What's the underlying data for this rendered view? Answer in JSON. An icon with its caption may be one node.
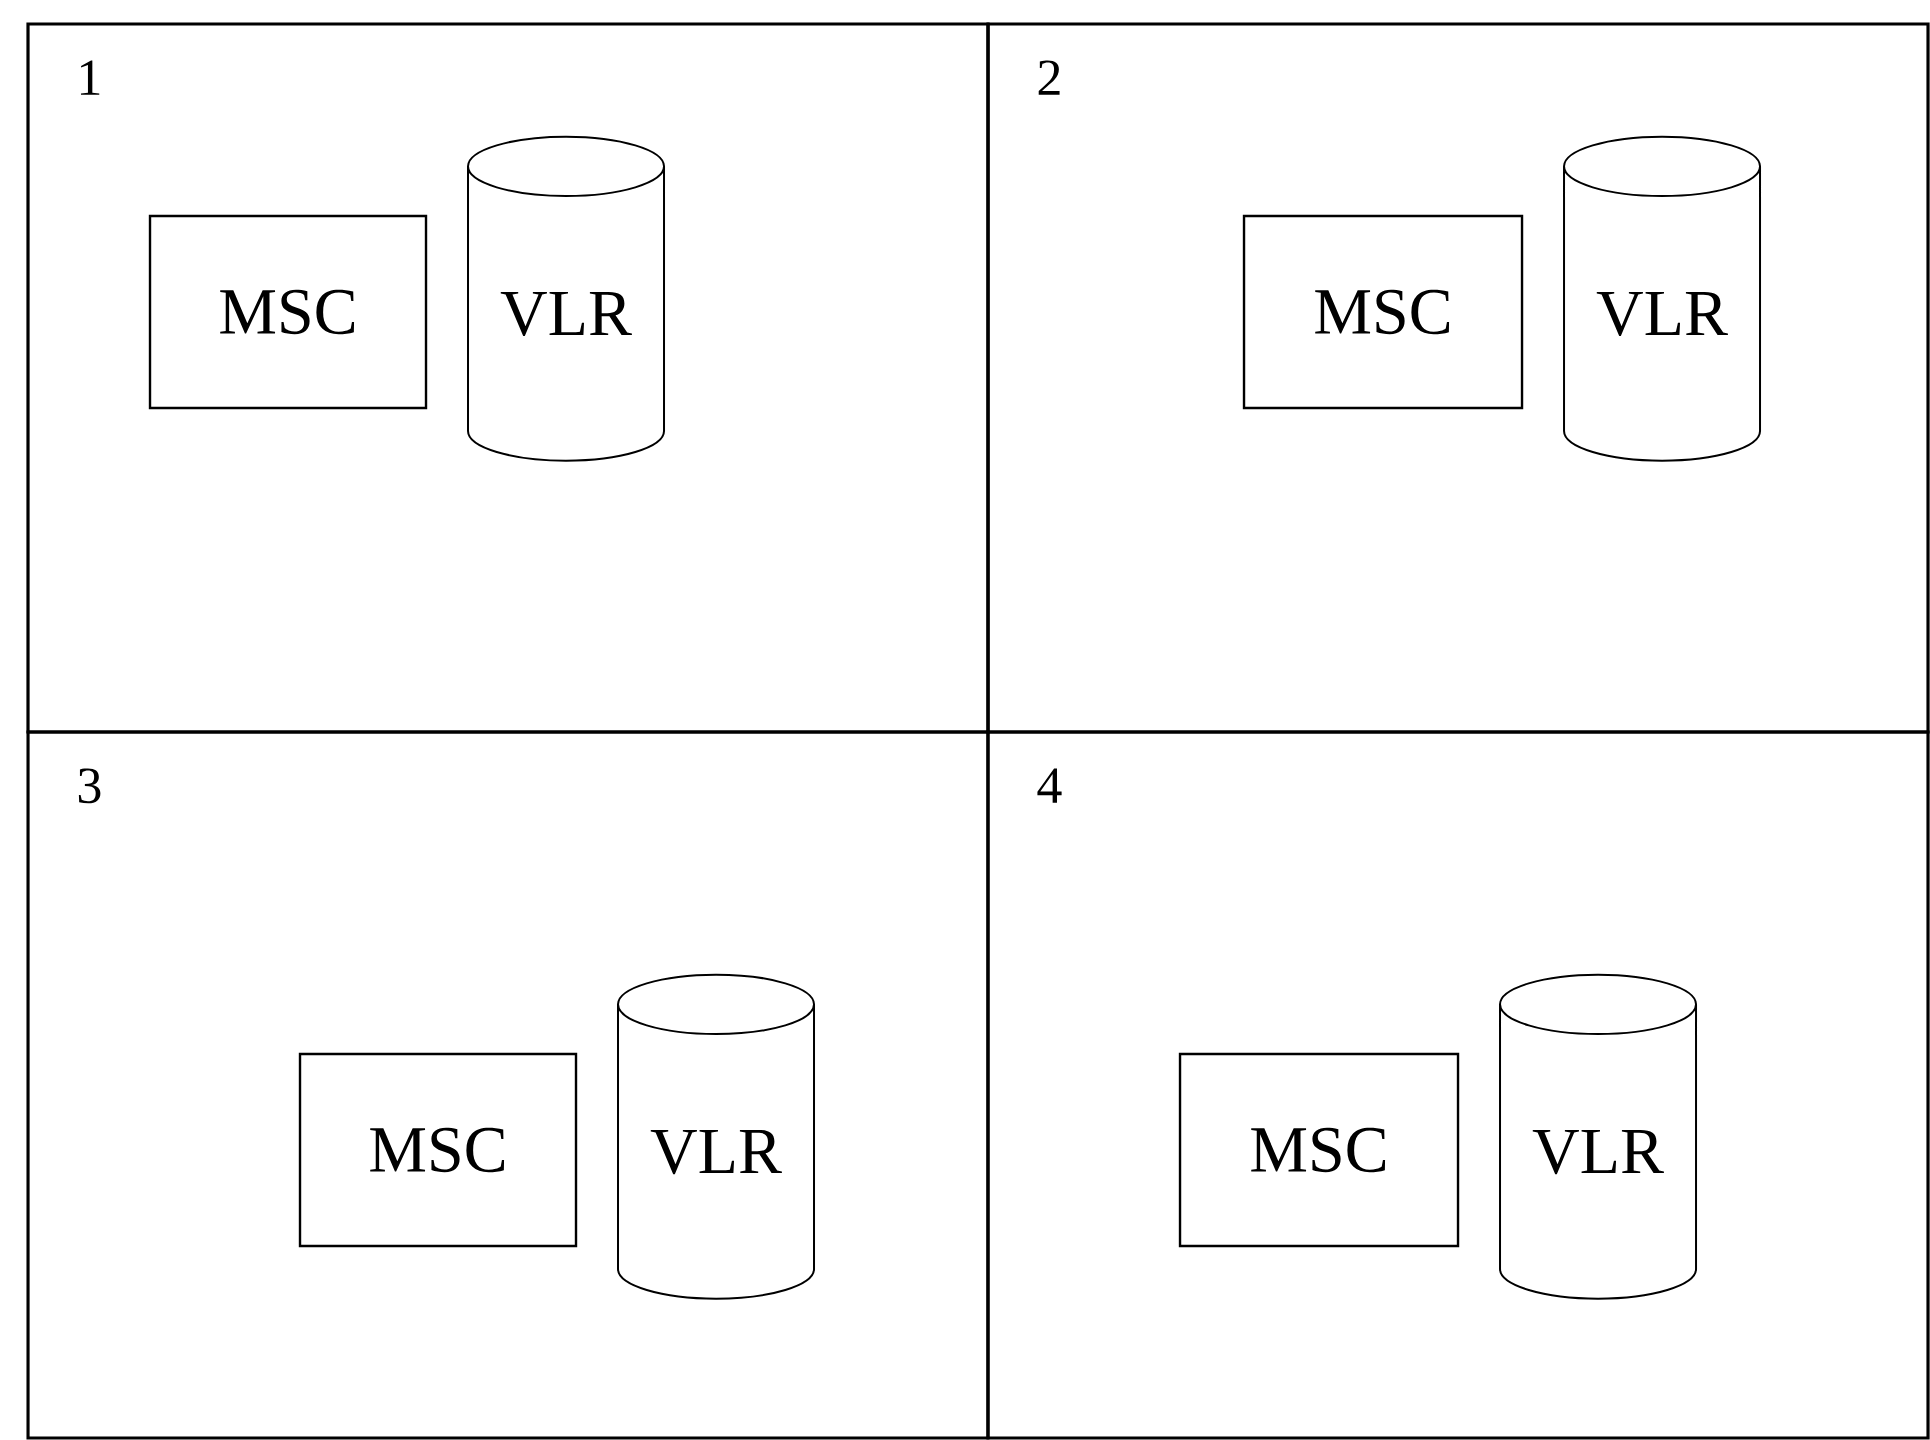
{
  "diagram": {
    "nodes": [
      {
        "text": [
          "1"
        ]
      },
      {
        "text": [
          "MSC"
        ],
        "in": 0
      },
      {
        "text": [
          "VLR"
        ],
        "in": 0
      },
      {
        "text": [
          "2"
        ]
      },
      {
        "text": [
          "MSC"
        ],
        "in": 3
      },
      {
        "text": [
          "VLR"
        ],
        "in": 3
      },
      {
        "text": [
          "3"
        ]
      },
      {
        "text": [
          "MSC"
        ],
        "in": 6
      },
      {
        "text": [
          "VLR"
        ],
        "in": 6
      },
      {
        "text": [
          "4"
        ]
      },
      {
        "text": [
          "MSC"
        ],
        "in": 9
      },
      {
        "text": [
          "VLR"
        ],
        "in": 9
      }
    ]
  }
}
